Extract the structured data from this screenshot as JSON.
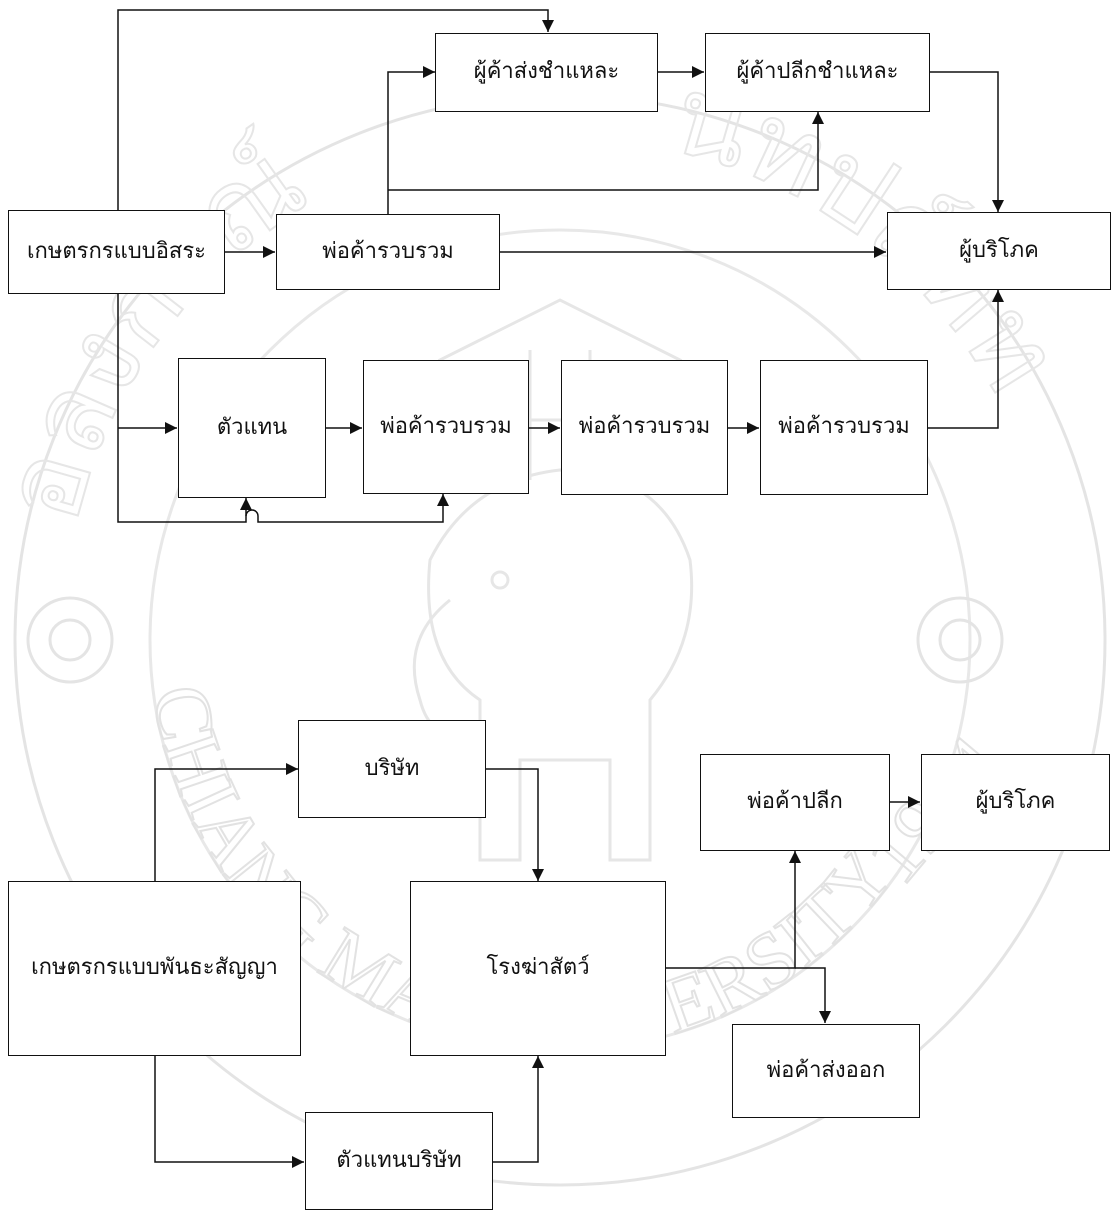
{
  "watermark": {
    "university_en": "CHIANG MAI UNIVERSITY",
    "year": "1964",
    "thai_arc_left": "อลงกรณ์",
    "thai_arc_right": "นทปถ์ทท"
  },
  "diagram1": {
    "independent_farmer": "เกษตรกรแบบอิสระ",
    "collector_main": "พ่อค้ารวบรวม",
    "wholesaler": "ผู้ค้าส่งชำแหละ",
    "retailer": "ผู้ค้าปลีกชำแหละ",
    "consumer": "ผู้บริโภค",
    "agent": "ตัวแทน",
    "collector_2": "พ่อค้ารวบรวม",
    "collector_3": "พ่อค้ารวบรวม",
    "collector_4": "พ่อค้ารวบรวม"
  },
  "diagram2": {
    "contract_farmer": "เกษตรกรแบบพันธะสัญญา",
    "company": "บริษัท",
    "company_agent": "ตัวแทนบริษัท",
    "slaughterhouse": "โรงฆ่าสัตว์",
    "retail_merchant": "พ่อค้าปลีก",
    "consumer": "ผู้บริโภค",
    "exporter": "พ่อค้าส่งออก"
  }
}
